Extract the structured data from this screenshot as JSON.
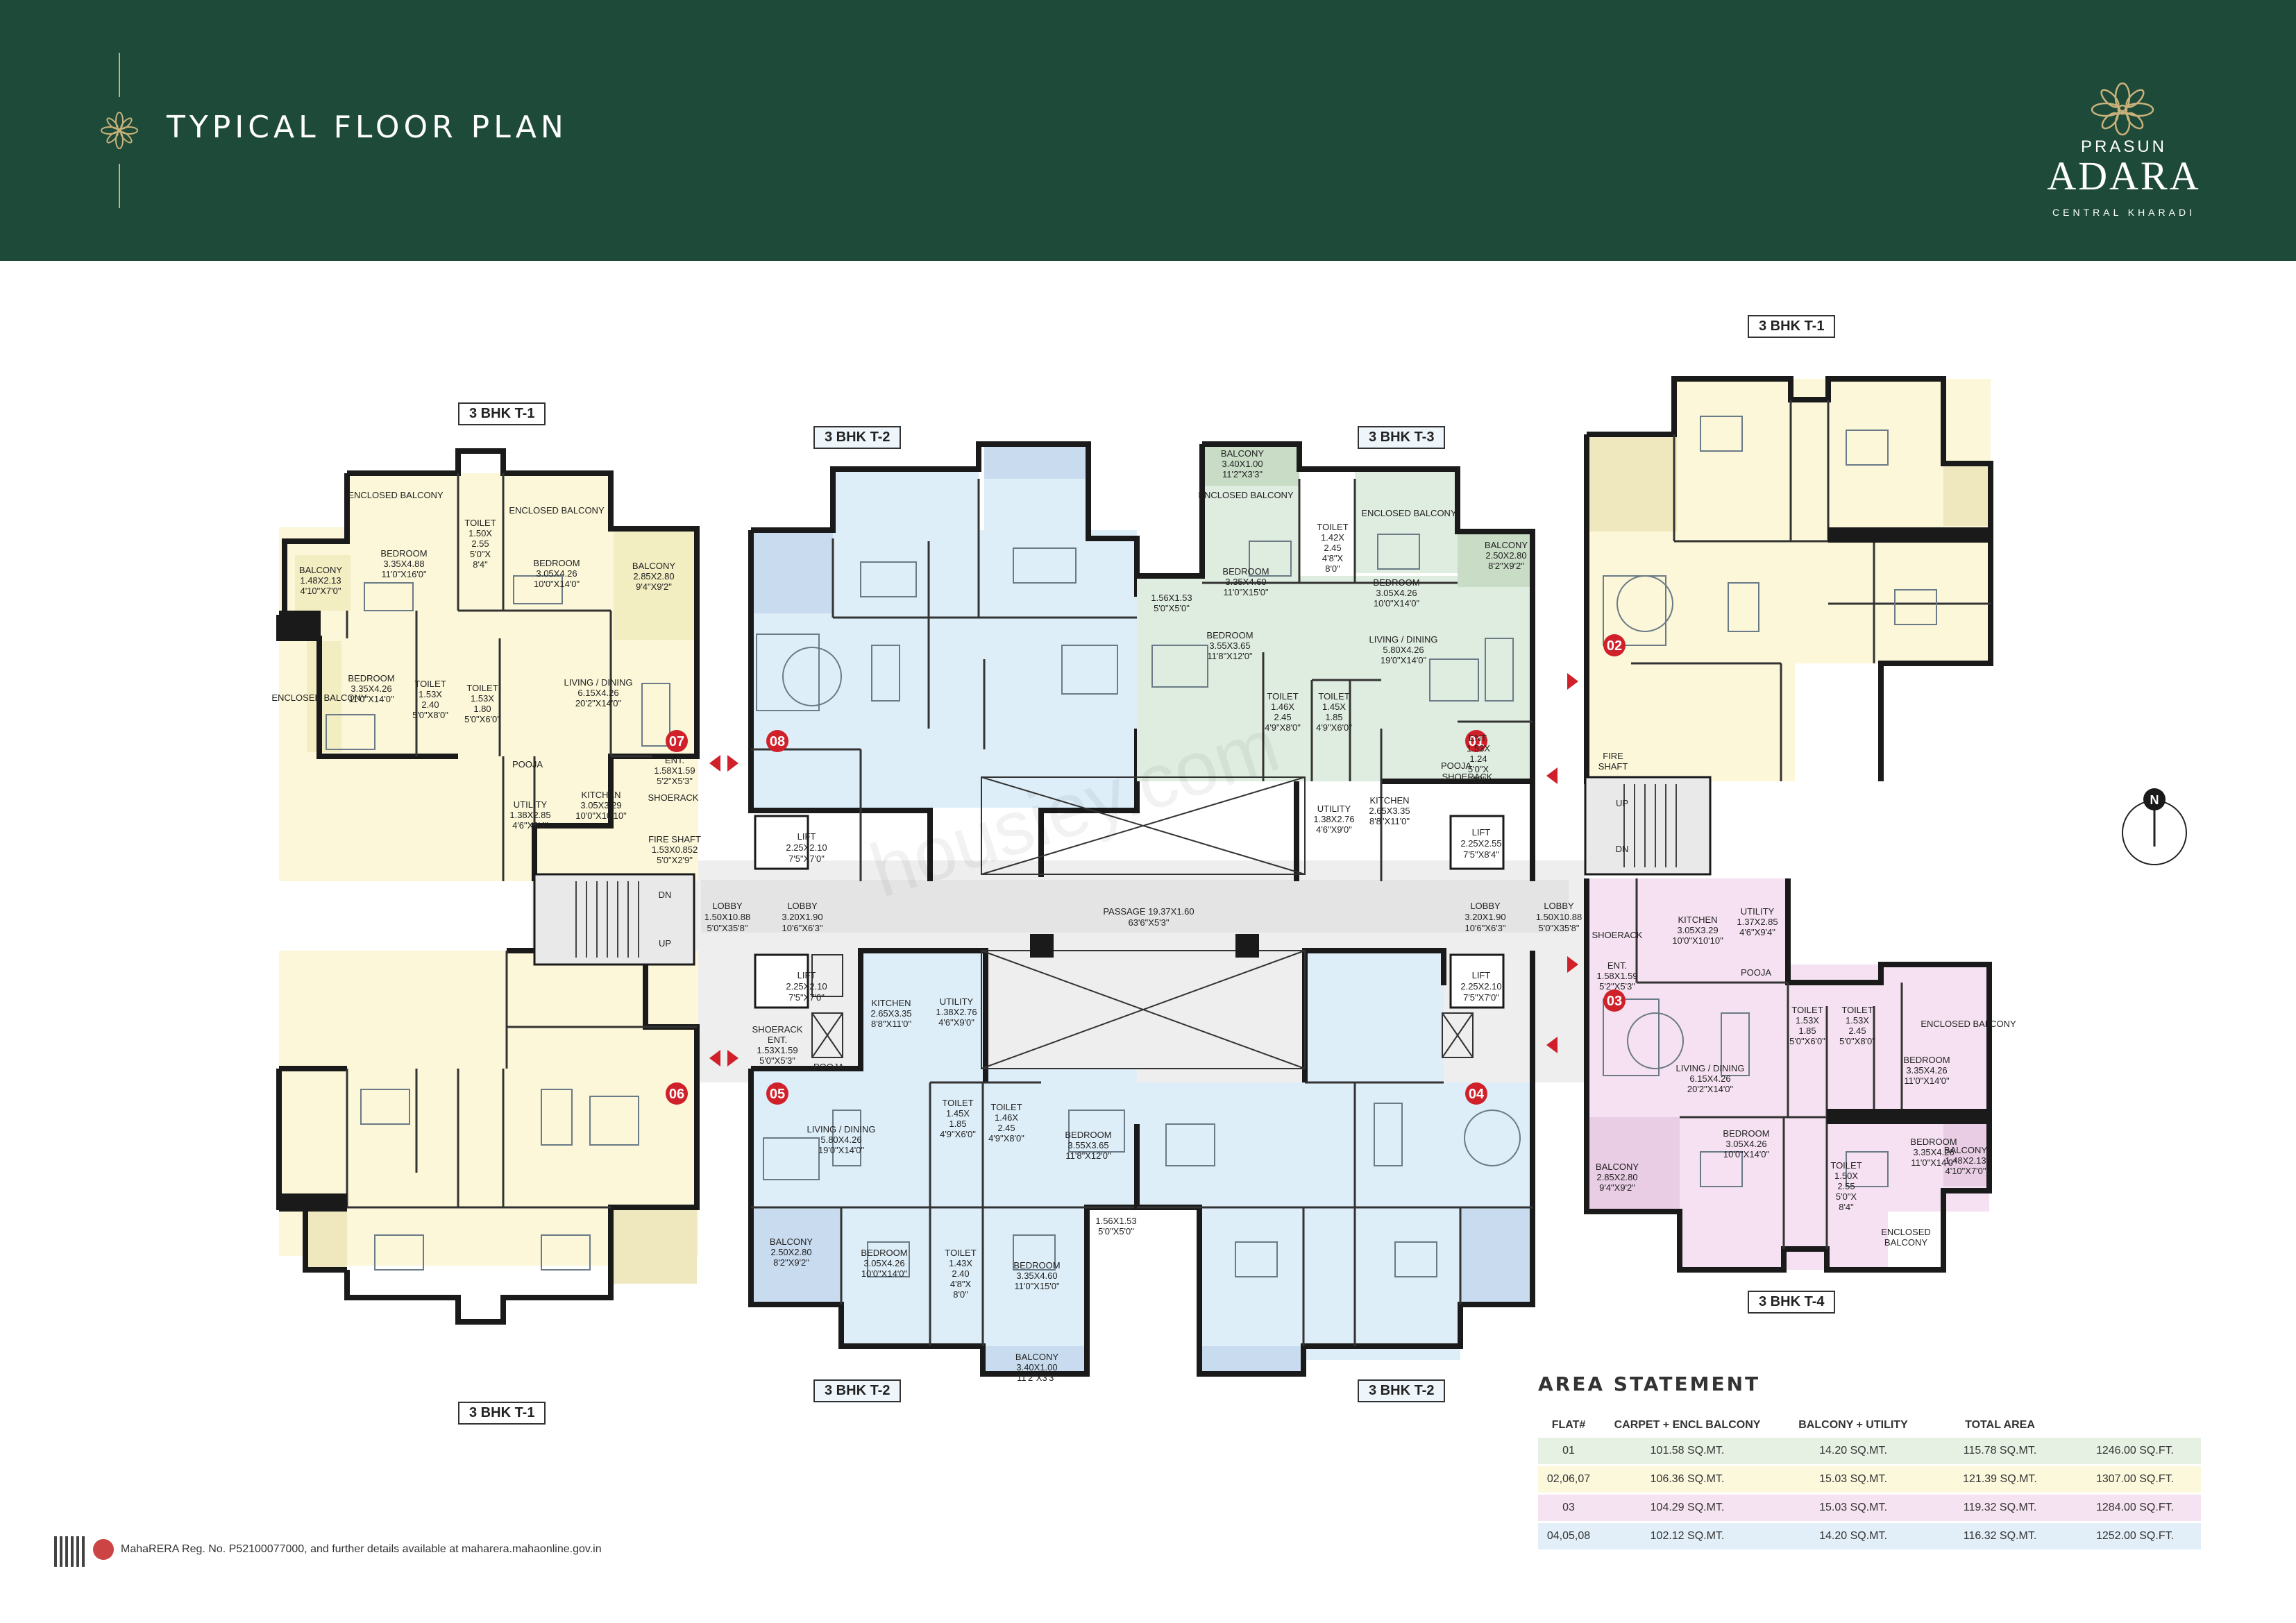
{
  "header": {
    "title": "TYPICAL FLOOR PLAN",
    "brand": "PRASUN",
    "project": "ADARA",
    "location": "CENTRAL KHARADI"
  },
  "colors": {
    "header_bg": "#1e4a3a",
    "gold": "#c9b27a",
    "flat_yellow": "#fbf7d8",
    "flat_blue": "#ddeef8",
    "flat_green": "#dfece0",
    "flat_pink": "#f5e1f1",
    "flat_number": "#d0202a"
  },
  "plan": {
    "watermark": "housiey.com",
    "north": "N",
    "labels": {
      "lobby_left": [
        "LOBBY",
        "1.50X10.88",
        "5'0\"X35'8\""
      ],
      "lobby_l2": [
        "LOBBY",
        "3.20X1.90",
        "10'6\"X6'3\""
      ],
      "passage": [
        "PASSAGE 19.37X1.60",
        "63'6\"X5'3\""
      ],
      "lobby_r2": [
        "LOBBY",
        "3.20X1.90",
        "10'6\"X6'3\""
      ],
      "lobby_right": [
        "LOBBY",
        "1.50X10.88",
        "5'0\"X35'8\""
      ],
      "lift1": [
        "LIFT",
        "2.25X2.10",
        "7'5\"X7'0\""
      ],
      "lift2": [
        "LIFT",
        "2.25X2.55",
        "7'5\"X8'4\""
      ],
      "lift3": [
        "LIFT",
        "2.25X2.10",
        "7'5\"X7'0\""
      ],
      "lift4": [
        "LIFT",
        "2.25X2.10",
        "7'5\"X7'0\""
      ],
      "up": "UP",
      "dn": "DN"
    },
    "flat_numbers": [
      "07",
      "08",
      "01",
      "02",
      "06",
      "05",
      "04",
      "03"
    ],
    "types": {
      "t1_top_left": "3 BHK T-1",
      "t2_top": "3 BHK T-2",
      "t3_top": "3 BHK T-3",
      "t1_top_right": "3 BHK T-1",
      "t1_bottom_left": "3 BHK T-1",
      "t2_bottom_a": "3 BHK T-2",
      "t2_bottom_b": "3 BHK T-2",
      "t4": "3 BHK T-4"
    },
    "rooms_07": [
      [
        "ENCLOSED BALCONY"
      ],
      [
        "TOILET",
        "1.50X",
        "2.55",
        "5'0\"X",
        "8'4\""
      ],
      [
        "ENCLOSED BALCONY"
      ],
      [
        "BEDROOM",
        "3.35X4.88",
        "11'0\"X16'0\""
      ],
      [
        "BEDROOM",
        "3.05X4.26",
        "10'0\"X14'0\""
      ],
      [
        "BALCONY",
        "2.85X2.80",
        "9'4\"X9'2\""
      ],
      [
        "BALCONY",
        "1.48X2.13",
        "4'10\"X7'0\""
      ],
      [
        "ENCLOSED BALCONY"
      ],
      [
        "BEDROOM",
        "3.35X4.26",
        "11'0\"X14'0\""
      ],
      [
        "TOILET",
        "1.53X",
        "2.40",
        "5'0\"X8'0\""
      ],
      [
        "TOILET",
        "1.53X",
        "1.80",
        "5'0\"X6'0\""
      ],
      [
        "LIVING / DINING",
        "6.15X4.26",
        "20'2\"X14'0\""
      ],
      [
        "POOJA"
      ],
      [
        "UTILITY",
        "1.38X2.85",
        "4'6\"X9'4\""
      ],
      [
        "KITCHEN",
        "3.05X3.29",
        "10'0\"X10'10\""
      ],
      [
        "ENT.",
        "1.58X1.59",
        "5'2\"X5'3\""
      ],
      [
        "SHOERACK"
      ],
      [
        "FIRE SHAFT",
        "1.53X0.852",
        "5'0\"X2'9\""
      ]
    ],
    "rooms_01": [
      [
        "BALCONY",
        "3.40X1.00",
        "11'2\"X3'3\""
      ],
      [
        "ENCLOSED BALCONY"
      ],
      [
        "TOILET",
        "1.42X",
        "2.45",
        "4'8\"X",
        "8'0\""
      ],
      [
        "ENCLOSED BALCONY"
      ],
      [
        "BALCONY",
        "2.50X2.80",
        "8'2\"X9'2\""
      ],
      [
        "BEDROOM",
        "3.35X4.60",
        "11'0\"X15'0\""
      ],
      [
        "BEDROOM",
        "3.05X4.26",
        "10'0\"X14'0\""
      ],
      [
        "1.56X1.53",
        "5'0\"X5'0\""
      ],
      [
        "BEDROOM",
        "3.55X3.65",
        "11'8\"X12'0\""
      ],
      [
        "LIVING / DINING",
        "5.80X4.26",
        "19'0\"X14'0\""
      ],
      [
        "TOILET",
        "1.46X",
        "2.45",
        "4'9\"X8'0\""
      ],
      [
        "TOILET",
        "1.45X",
        "1.85",
        "4'9\"X6'0\""
      ],
      [
        "ENT.",
        "1.53X",
        "1.24",
        "5'0\"X",
        "4'0\""
      ],
      [
        "POOJA"
      ],
      [
        "SHOERACK"
      ],
      [
        "UTILITY",
        "1.38X2.76",
        "4'6\"X9'0\""
      ],
      [
        "KITCHEN",
        "2.65X3.35",
        "8'8\"X11'0\""
      ]
    ],
    "rooms_02": [
      [
        "FIRE",
        "SHAFT"
      ]
    ],
    "rooms_05": [
      [
        "KITCHEN",
        "2.65X3.35",
        "8'8\"X11'0\""
      ],
      [
        "UTILITY",
        "1.38X2.76",
        "4'6\"X9'0\""
      ],
      [
        "SHOERACK",
        "ENT.",
        "1.53X1.59",
        "5'0\"X5'3\""
      ],
      [
        "POOJA"
      ],
      [
        "LIVING / DINING",
        "5.80X4.26",
        "19'0\"X14'0\""
      ],
      [
        "TOILET",
        "1.45X",
        "1.85",
        "4'9\"X6'0\""
      ],
      [
        "TOILET",
        "1.46X",
        "2.45",
        "4'9\"X8'0\""
      ],
      [
        "BEDROOM",
        "3.55X3.65",
        "11'8\"X12'0\""
      ],
      [
        "1.56X1.53",
        "5'0\"X5'0\""
      ],
      [
        "BALCONY",
        "2.50X2.80",
        "8'2\"X9'2\""
      ],
      [
        "BEDROOM",
        "3.05X4.26",
        "10'0\"X14'0\""
      ],
      [
        "TOILET",
        "1.43X",
        "2.40",
        "4'8\"X",
        "8'0\""
      ],
      [
        "BEDROOM",
        "3.35X4.60",
        "11'0\"X15'0\""
      ],
      [
        "BALCONY",
        "3.40X1.00",
        "11'2\"X3'3\""
      ]
    ],
    "rooms_03": [
      [
        "SHOERACK"
      ],
      [
        "KITCHEN",
        "3.05X3.29",
        "10'0\"X10'10\""
      ],
      [
        "UTILITY",
        "1.37X2.85",
        "4'6\"X9'4\""
      ],
      [
        "ENT.",
        "1.58X1.59",
        "5'2\"X5'3\""
      ],
      [
        "POOJA"
      ],
      [
        "TOILET",
        "1.53X",
        "1.85",
        "5'0\"X6'0\""
      ],
      [
        "TOILET",
        "1.53X",
        "2.45",
        "5'0\"X8'0\""
      ],
      [
        "ENCLOSED BALCONY"
      ],
      [
        "BEDROOM",
        "3.35X4.26",
        "11'0\"X14'0\""
      ],
      [
        "LIVING / DINING",
        "6.15X4.26",
        "20'2\"X14'0\""
      ],
      [
        "BEDROOM",
        "3.05X4.26",
        "10'0\"X14'0\""
      ],
      [
        "BEDROOM",
        "3.35X4.26",
        "11'0\"X14'0\""
      ],
      [
        "BALCONY",
        "2.85X2.80",
        "9'4\"X9'2\""
      ],
      [
        "BALCONY",
        "1.48X2.13",
        "4'10\"X7'0\""
      ],
      [
        "TOILET",
        "1.50X",
        "2.55",
        "5'0\"X",
        "8'4\""
      ],
      [
        "ENCLOSED",
        "BALCONY"
      ]
    ]
  },
  "area_statement": {
    "title": "AREA STATEMENT",
    "headers": [
      "FLAT#",
      "CARPET + ENCL BALCONY",
      "BALCONY + UTILITY",
      "TOTAL AREA",
      ""
    ],
    "rows": [
      [
        "01",
        "101.58 SQ.MT.",
        "14.20 SQ.MT.",
        "115.78 SQ.MT.",
        "1246.00 SQ.FT."
      ],
      [
        "02,06,07",
        "106.36 SQ.MT.",
        "15.03 SQ.MT.",
        "121.39 SQ.MT.",
        "1307.00 SQ.FT."
      ],
      [
        "03",
        "104.29 SQ.MT.",
        "15.03 SQ.MT.",
        "119.32 SQ.MT.",
        "1284.00 SQ.FT."
      ],
      [
        "04,05,08",
        "102.12 SQ.MT.",
        "14.20 SQ.MT.",
        "116.32 SQ.MT.",
        "1252.00 SQ.FT."
      ]
    ],
    "row_colors": [
      "#e6f0e3",
      "#fbf8dc",
      "#f6e3f1",
      "#e2eff8"
    ]
  },
  "footer": {
    "rera": "MahaRERA Reg. No. P52100077000, and further details available at maharera.mahaonline.gov.in"
  }
}
